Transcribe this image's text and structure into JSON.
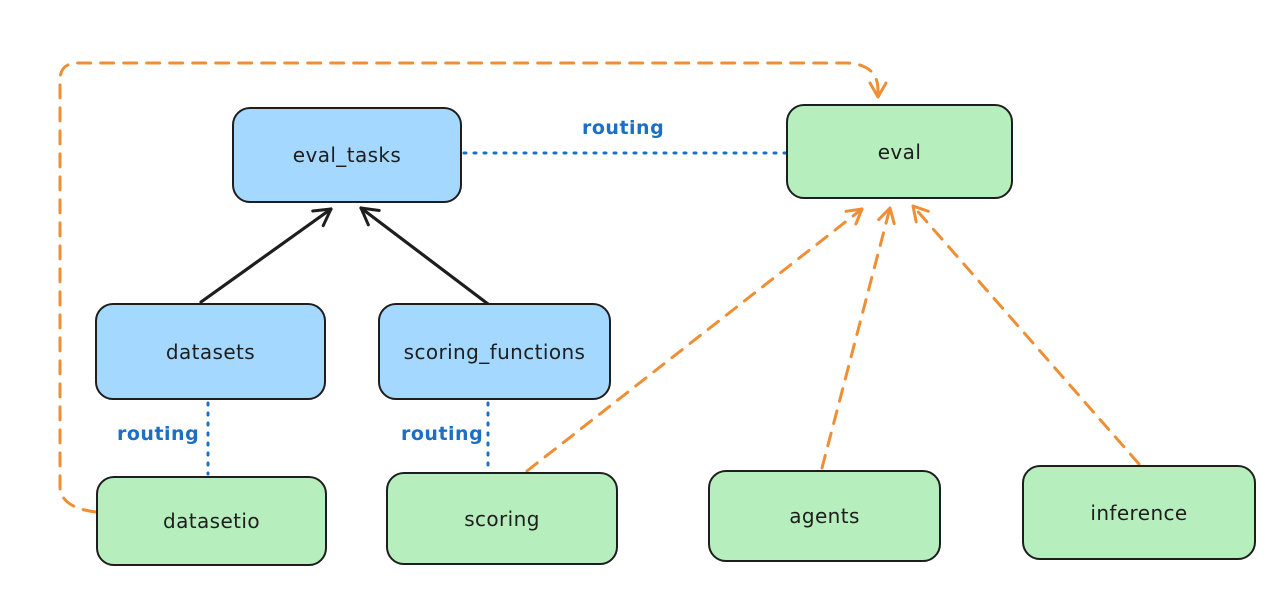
{
  "nodes": {
    "eval_tasks": {
      "label": "eval_tasks",
      "kind": "api"
    },
    "eval": {
      "label": "eval",
      "kind": "provider"
    },
    "datasets": {
      "label": "datasets",
      "kind": "api"
    },
    "scoring_functions": {
      "label": "scoring_functions",
      "kind": "api"
    },
    "datasetio": {
      "label": "datasetio",
      "kind": "provider"
    },
    "scoring": {
      "label": "scoring",
      "kind": "provider"
    },
    "agents": {
      "label": "agents",
      "kind": "provider"
    },
    "inference": {
      "label": "inference",
      "kind": "provider"
    }
  },
  "edge_labels": {
    "eval_tasks_to_eval": "routing",
    "datasets_to_datasetio": "routing",
    "scoring_functions_to_scoring": "routing"
  },
  "edges": [
    {
      "from": "datasets",
      "to": "eval_tasks",
      "style": "solid-arrow",
      "color": "#1e1e1e"
    },
    {
      "from": "scoring_functions",
      "to": "eval_tasks",
      "style": "solid-arrow",
      "color": "#1e1e1e"
    },
    {
      "from": "eval_tasks",
      "to": "eval",
      "style": "dotted",
      "label": "routing",
      "color": "#1c6fc2"
    },
    {
      "from": "datasets",
      "to": "datasetio",
      "style": "dotted",
      "label": "routing",
      "color": "#1c6fc2"
    },
    {
      "from": "scoring_functions",
      "to": "scoring",
      "style": "dotted",
      "label": "routing",
      "color": "#1c6fc2"
    },
    {
      "from": "datasetio",
      "to": "eval",
      "style": "dashed-arrow",
      "color": "#ee8f35"
    },
    {
      "from": "scoring",
      "to": "eval",
      "style": "dashed-arrow",
      "color": "#ee8f35"
    },
    {
      "from": "agents",
      "to": "eval",
      "style": "dashed-arrow",
      "color": "#ee8f35"
    },
    {
      "from": "inference",
      "to": "eval",
      "style": "dashed-arrow",
      "color": "#ee8f35"
    }
  ],
  "colors": {
    "stroke": "#1e1e1e",
    "api_fill": "#a5d8ff",
    "provider_fill": "#b7eebd",
    "routing_blue": "#1c6fc2",
    "dashed_orange": "#ee8f35",
    "background": "#ffffff"
  }
}
